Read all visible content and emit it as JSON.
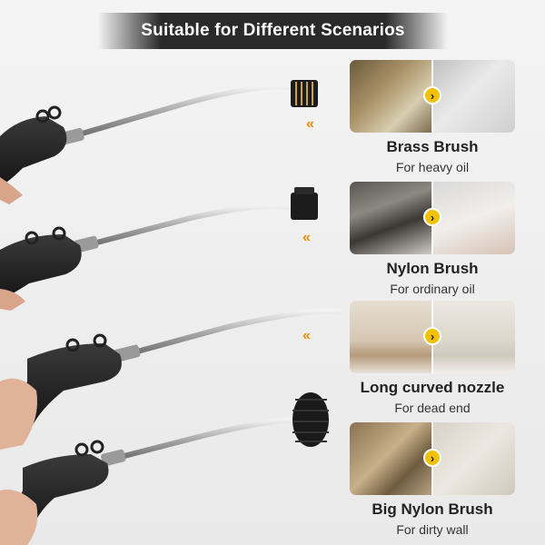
{
  "header": {
    "title": "Suitable for Different Scenarios"
  },
  "items": [
    {
      "title": "Brass Brush",
      "subtitle": "For heavy oil",
      "icon": "brass-brush-icon"
    },
    {
      "title": "Nylon Brush",
      "subtitle": "For ordinary oil",
      "icon": "nylon-brush-icon"
    },
    {
      "title": "Long curved nozzle",
      "subtitle": "For dead end",
      "icon": "curved-nozzle-icon"
    },
    {
      "title": "Big Nylon Brush",
      "subtitle": "For dirty wall",
      "icon": "big-nylon-brush-icon"
    }
  ],
  "colors": {
    "accent": "#f2c200",
    "chevron": "#f08a00",
    "banner": "#2a2a2a"
  },
  "glyphs": {
    "chevron": "«",
    "arrow": "›"
  }
}
